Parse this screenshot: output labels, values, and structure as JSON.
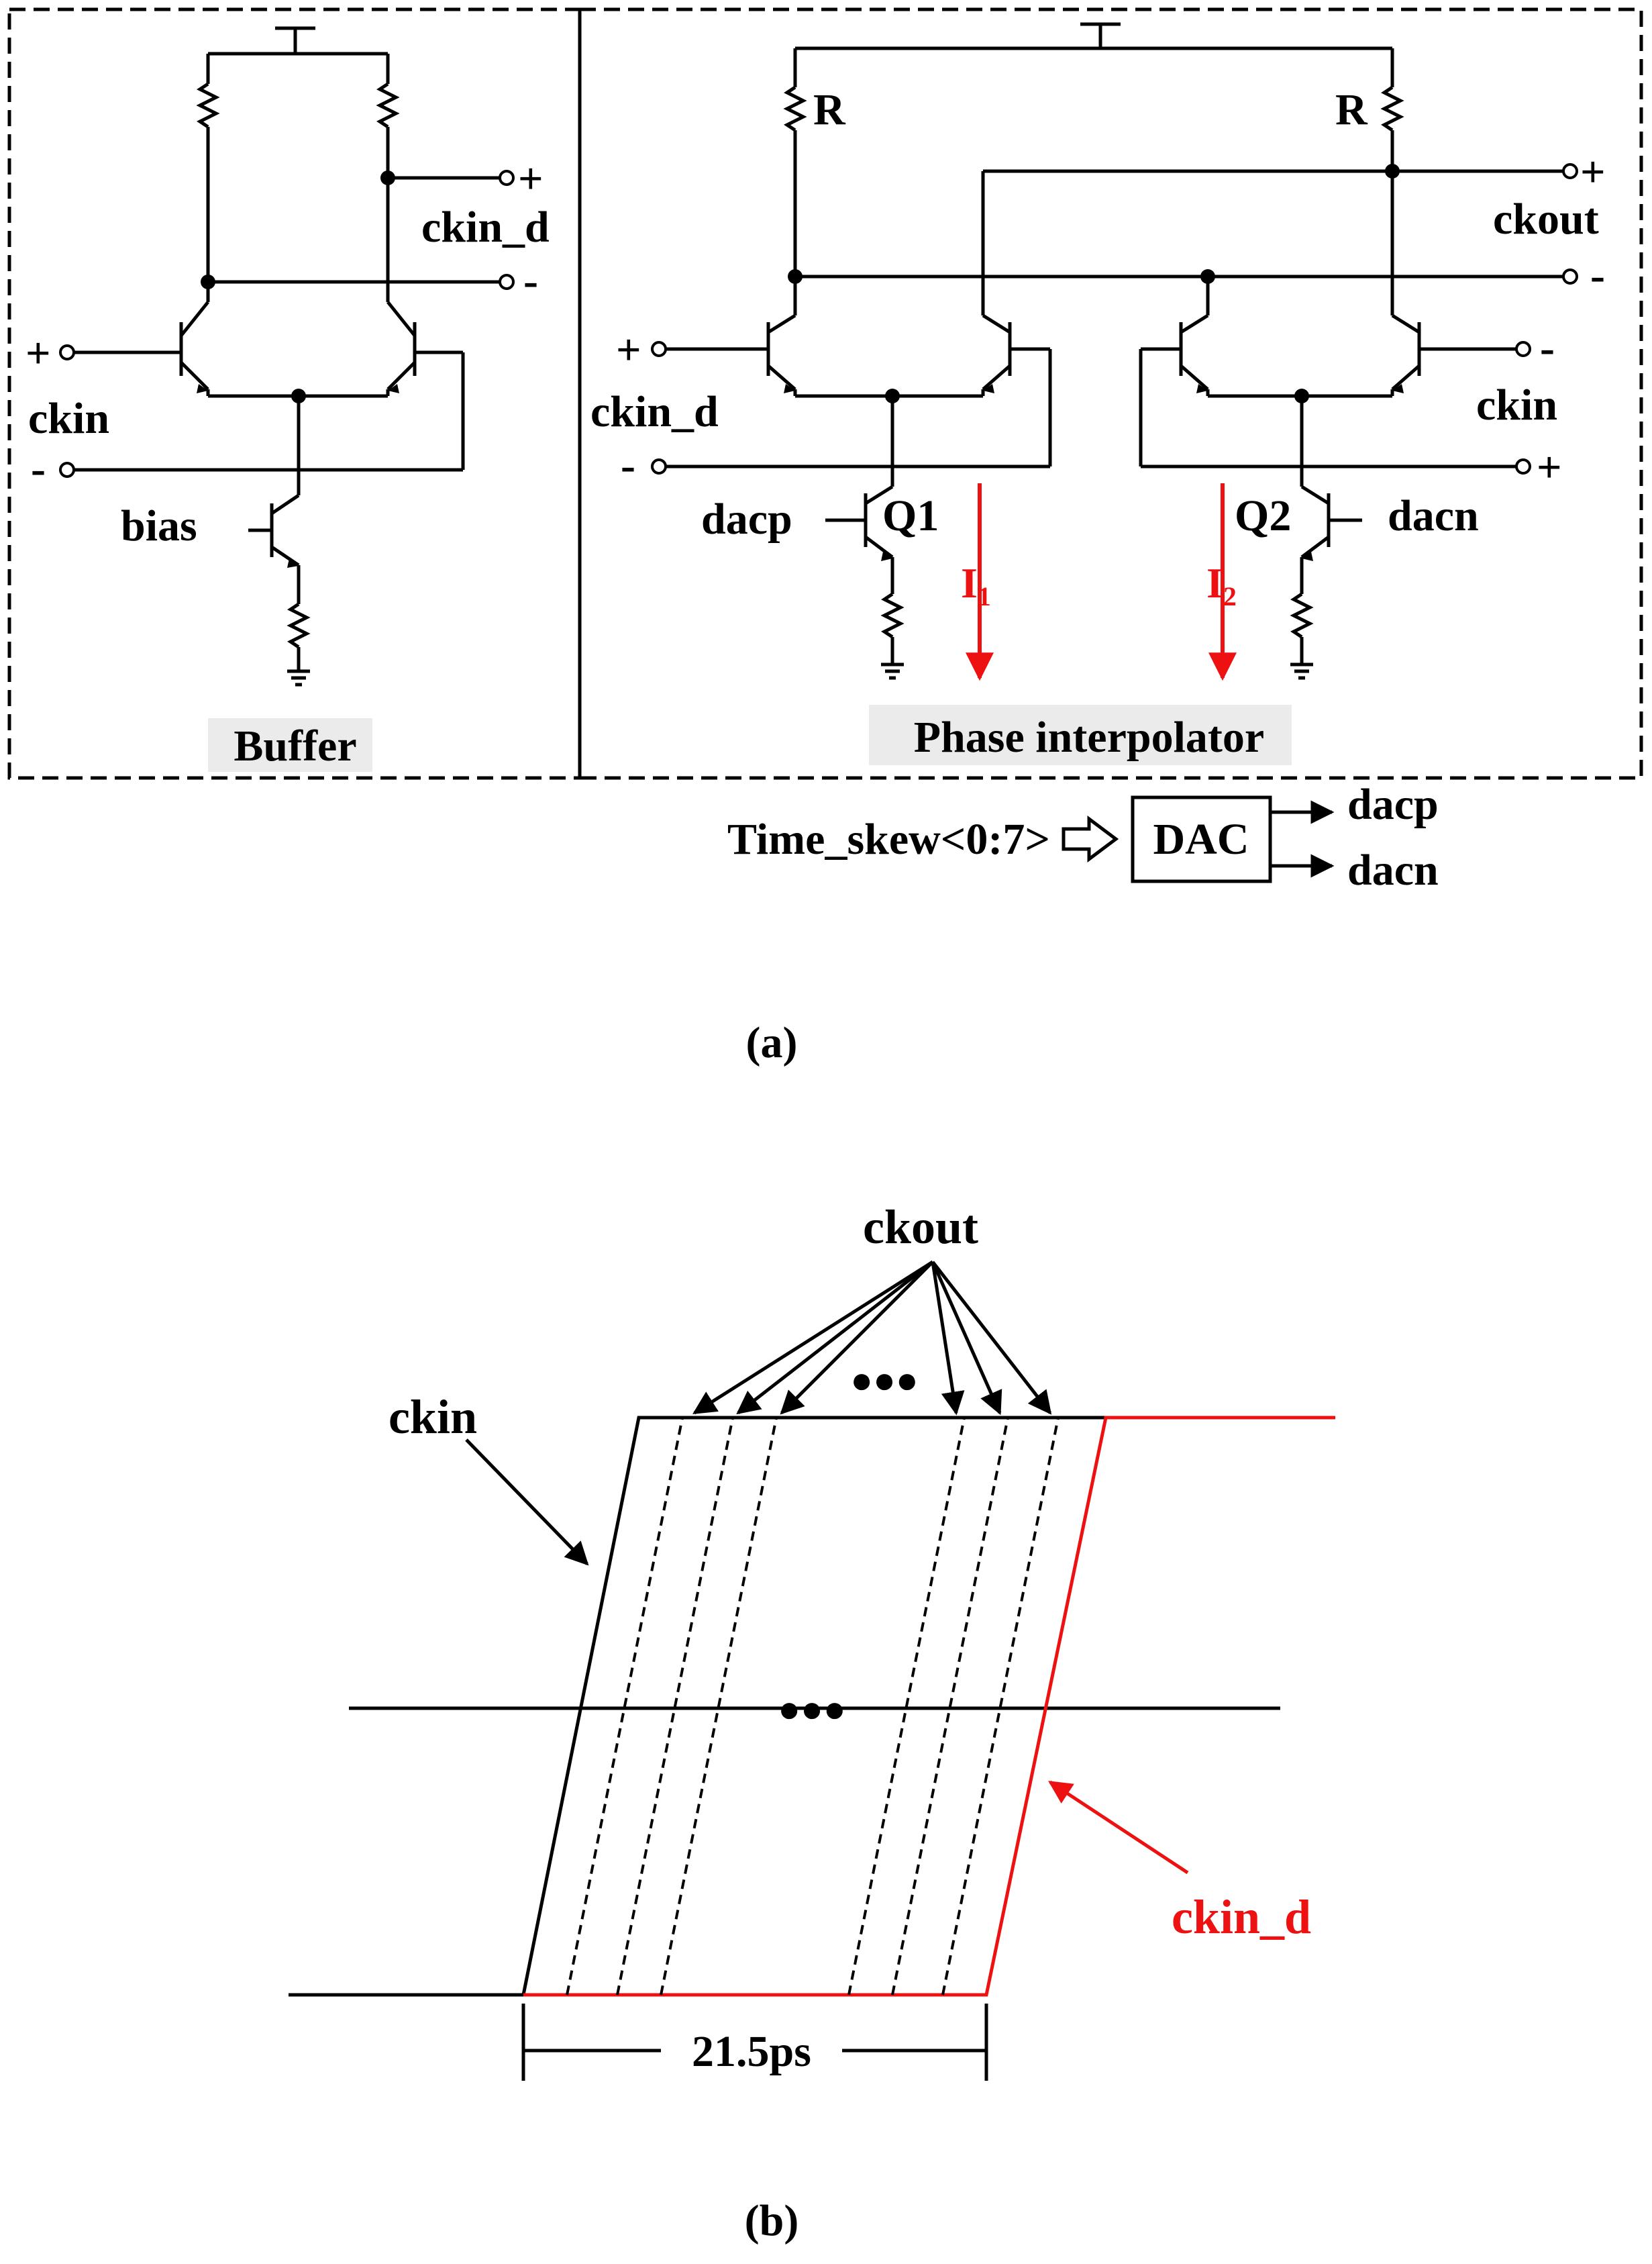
{
  "buffer": {
    "title": "Buffer",
    "in_label": "ckin",
    "out_label": "ckin_d",
    "bias_label": "bias",
    "plus": "+",
    "minus": "-"
  },
  "interpolator": {
    "title": "Phase interpolator",
    "r_label": "R",
    "ckout_label": "ckout",
    "ckin_d_label": "ckin_d",
    "ckin_label": "ckin",
    "dacp_label": "dacp",
    "dacn_label": "dacn",
    "q1_label": "Q1",
    "q2_label": "Q2",
    "i1_label": "I",
    "i1_sub": "1",
    "i2_label": "I",
    "i2_sub": "2",
    "plus": "+",
    "minus": "-"
  },
  "dac_block": {
    "input_label": "Time_skew<0:7>",
    "label": "DAC",
    "out1": "dacp",
    "out2": "dacn"
  },
  "caption_a": "(a)",
  "caption_b": "(b)",
  "timing": {
    "ckout_label": "ckout",
    "ckin_label": "ckin",
    "ckin_d_label": "ckin_d",
    "dots": "●●●",
    "span_label": "21.5ps"
  },
  "colors": {
    "wire": "#000000",
    "current_arrow": "#ee1111",
    "delayed_clock": "#ee1111",
    "label_box": "#ebebeb"
  }
}
